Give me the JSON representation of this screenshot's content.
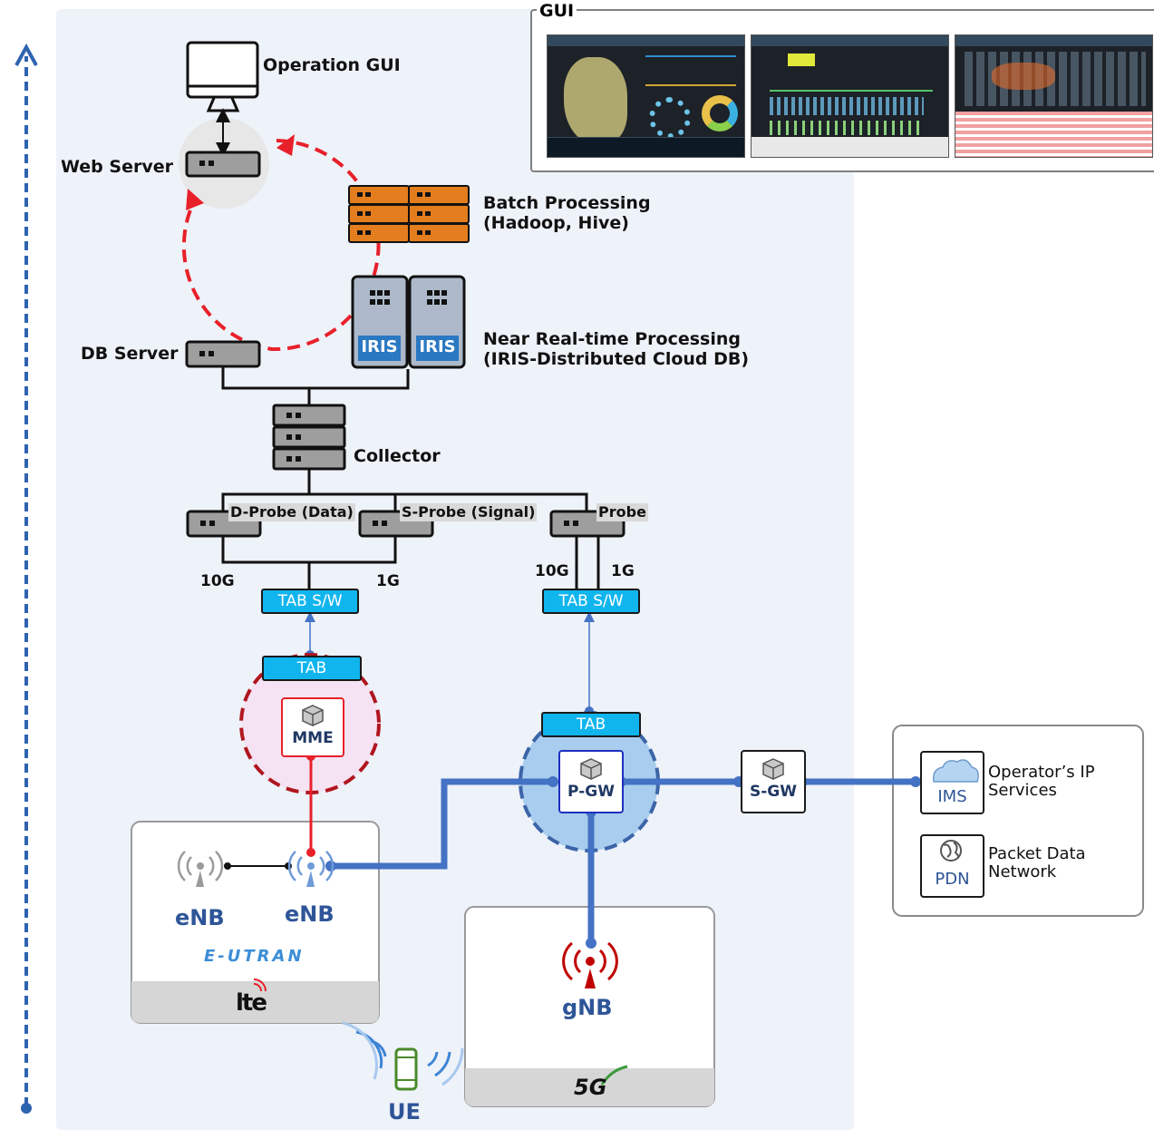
{
  "gui_panel": {
    "title": "GUI"
  },
  "labels": {
    "operation_gui": "Operation GUI",
    "web_server": "Web Server",
    "batch_processing_line1": "Batch Processing",
    "batch_processing_line2": "(Hadoop, Hive)",
    "near_realtime_line1": "Near Real-time Processing",
    "near_realtime_line2": "(IRIS-Distributed Cloud DB)",
    "db_server": "DB Server",
    "iris": "IRIS",
    "collector": "Collector",
    "d_probe": "D-Probe (Data)",
    "s_probe": "S-Probe (Signal)",
    "probe": "Probe",
    "left_10g": "10G",
    "left_1g": "1G",
    "right_10g": "10G",
    "right_1g": "1G",
    "tab_sw": "TAB S/W",
    "tab": "TAB",
    "mme": "MME",
    "pgw": "P-GW",
    "sgw": "S-GW",
    "enb": "eNB",
    "eutran": "E-UTRAN",
    "lte": "lte",
    "gnb": "gNB",
    "five_g": "5G",
    "ue": "UE",
    "ims": "IMS",
    "ims_desc_line1": "Operator’s IP",
    "ims_desc_line2": "Services",
    "pdn": "PDN",
    "pdn_desc_line1": "Packet Data",
    "pdn_desc_line2": "Network"
  },
  "colors": {
    "panel_bg": "#eef2f9",
    "server_gray": "#9e9e9e",
    "batch_orange": "#e47d1e",
    "iris_blue": "#2a78c1",
    "tab_cyan": "#11b5ee",
    "link_blue": "#4472c4",
    "loop_red": "#e8202a",
    "mme_red": "#e8202a",
    "mme_bg": "#f5e3f3",
    "pgw_bg": "#a9cdee",
    "label_blue": "#2e5598"
  },
  "icons": {
    "monitor": "monitor-icon",
    "antenna": "antenna-icon",
    "phone": "smartphone-icon",
    "cloud": "cloud-icon",
    "globe": "globe-icon",
    "cube": "cube-icon"
  }
}
